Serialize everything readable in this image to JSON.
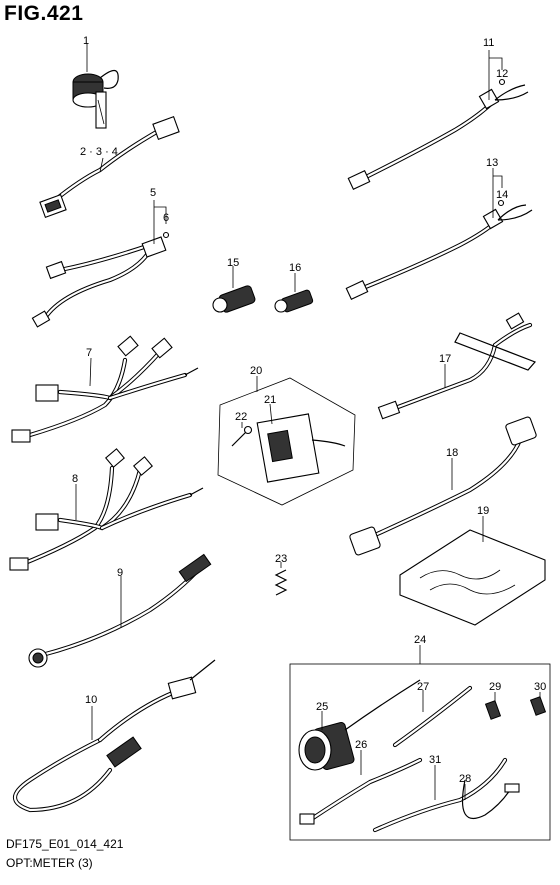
{
  "figure": {
    "title": "FIG.421",
    "code": "DF175_E01_014_421",
    "description": "OPT:METER (3)"
  },
  "callouts": [
    {
      "id": "c1",
      "text": "1"
    },
    {
      "id": "c2",
      "text": "2 · 3 · 4"
    },
    {
      "id": "c5",
      "text": "5"
    },
    {
      "id": "c6",
      "text": "6"
    },
    {
      "id": "c7",
      "text": "7"
    },
    {
      "id": "c8",
      "text": "8"
    },
    {
      "id": "c9",
      "text": "9"
    },
    {
      "id": "c10",
      "text": "10"
    },
    {
      "id": "c11",
      "text": "11"
    },
    {
      "id": "c12",
      "text": "12"
    },
    {
      "id": "c13",
      "text": "13"
    },
    {
      "id": "c14",
      "text": "14"
    },
    {
      "id": "c15",
      "text": "15"
    },
    {
      "id": "c16",
      "text": "16"
    },
    {
      "id": "c17",
      "text": "17"
    },
    {
      "id": "c18",
      "text": "18"
    },
    {
      "id": "c19",
      "text": "19"
    },
    {
      "id": "c20",
      "text": "20"
    },
    {
      "id": "c21",
      "text": "21"
    },
    {
      "id": "c22",
      "text": "22"
    },
    {
      "id": "c23",
      "text": "23"
    },
    {
      "id": "c24",
      "text": "24"
    },
    {
      "id": "c25",
      "text": "25"
    },
    {
      "id": "c26",
      "text": "26"
    },
    {
      "id": "c27",
      "text": "27"
    },
    {
      "id": "c28",
      "text": "28"
    },
    {
      "id": "c29",
      "text": "29"
    },
    {
      "id": "c30",
      "text": "30"
    },
    {
      "id": "c31",
      "text": "31"
    }
  ]
}
